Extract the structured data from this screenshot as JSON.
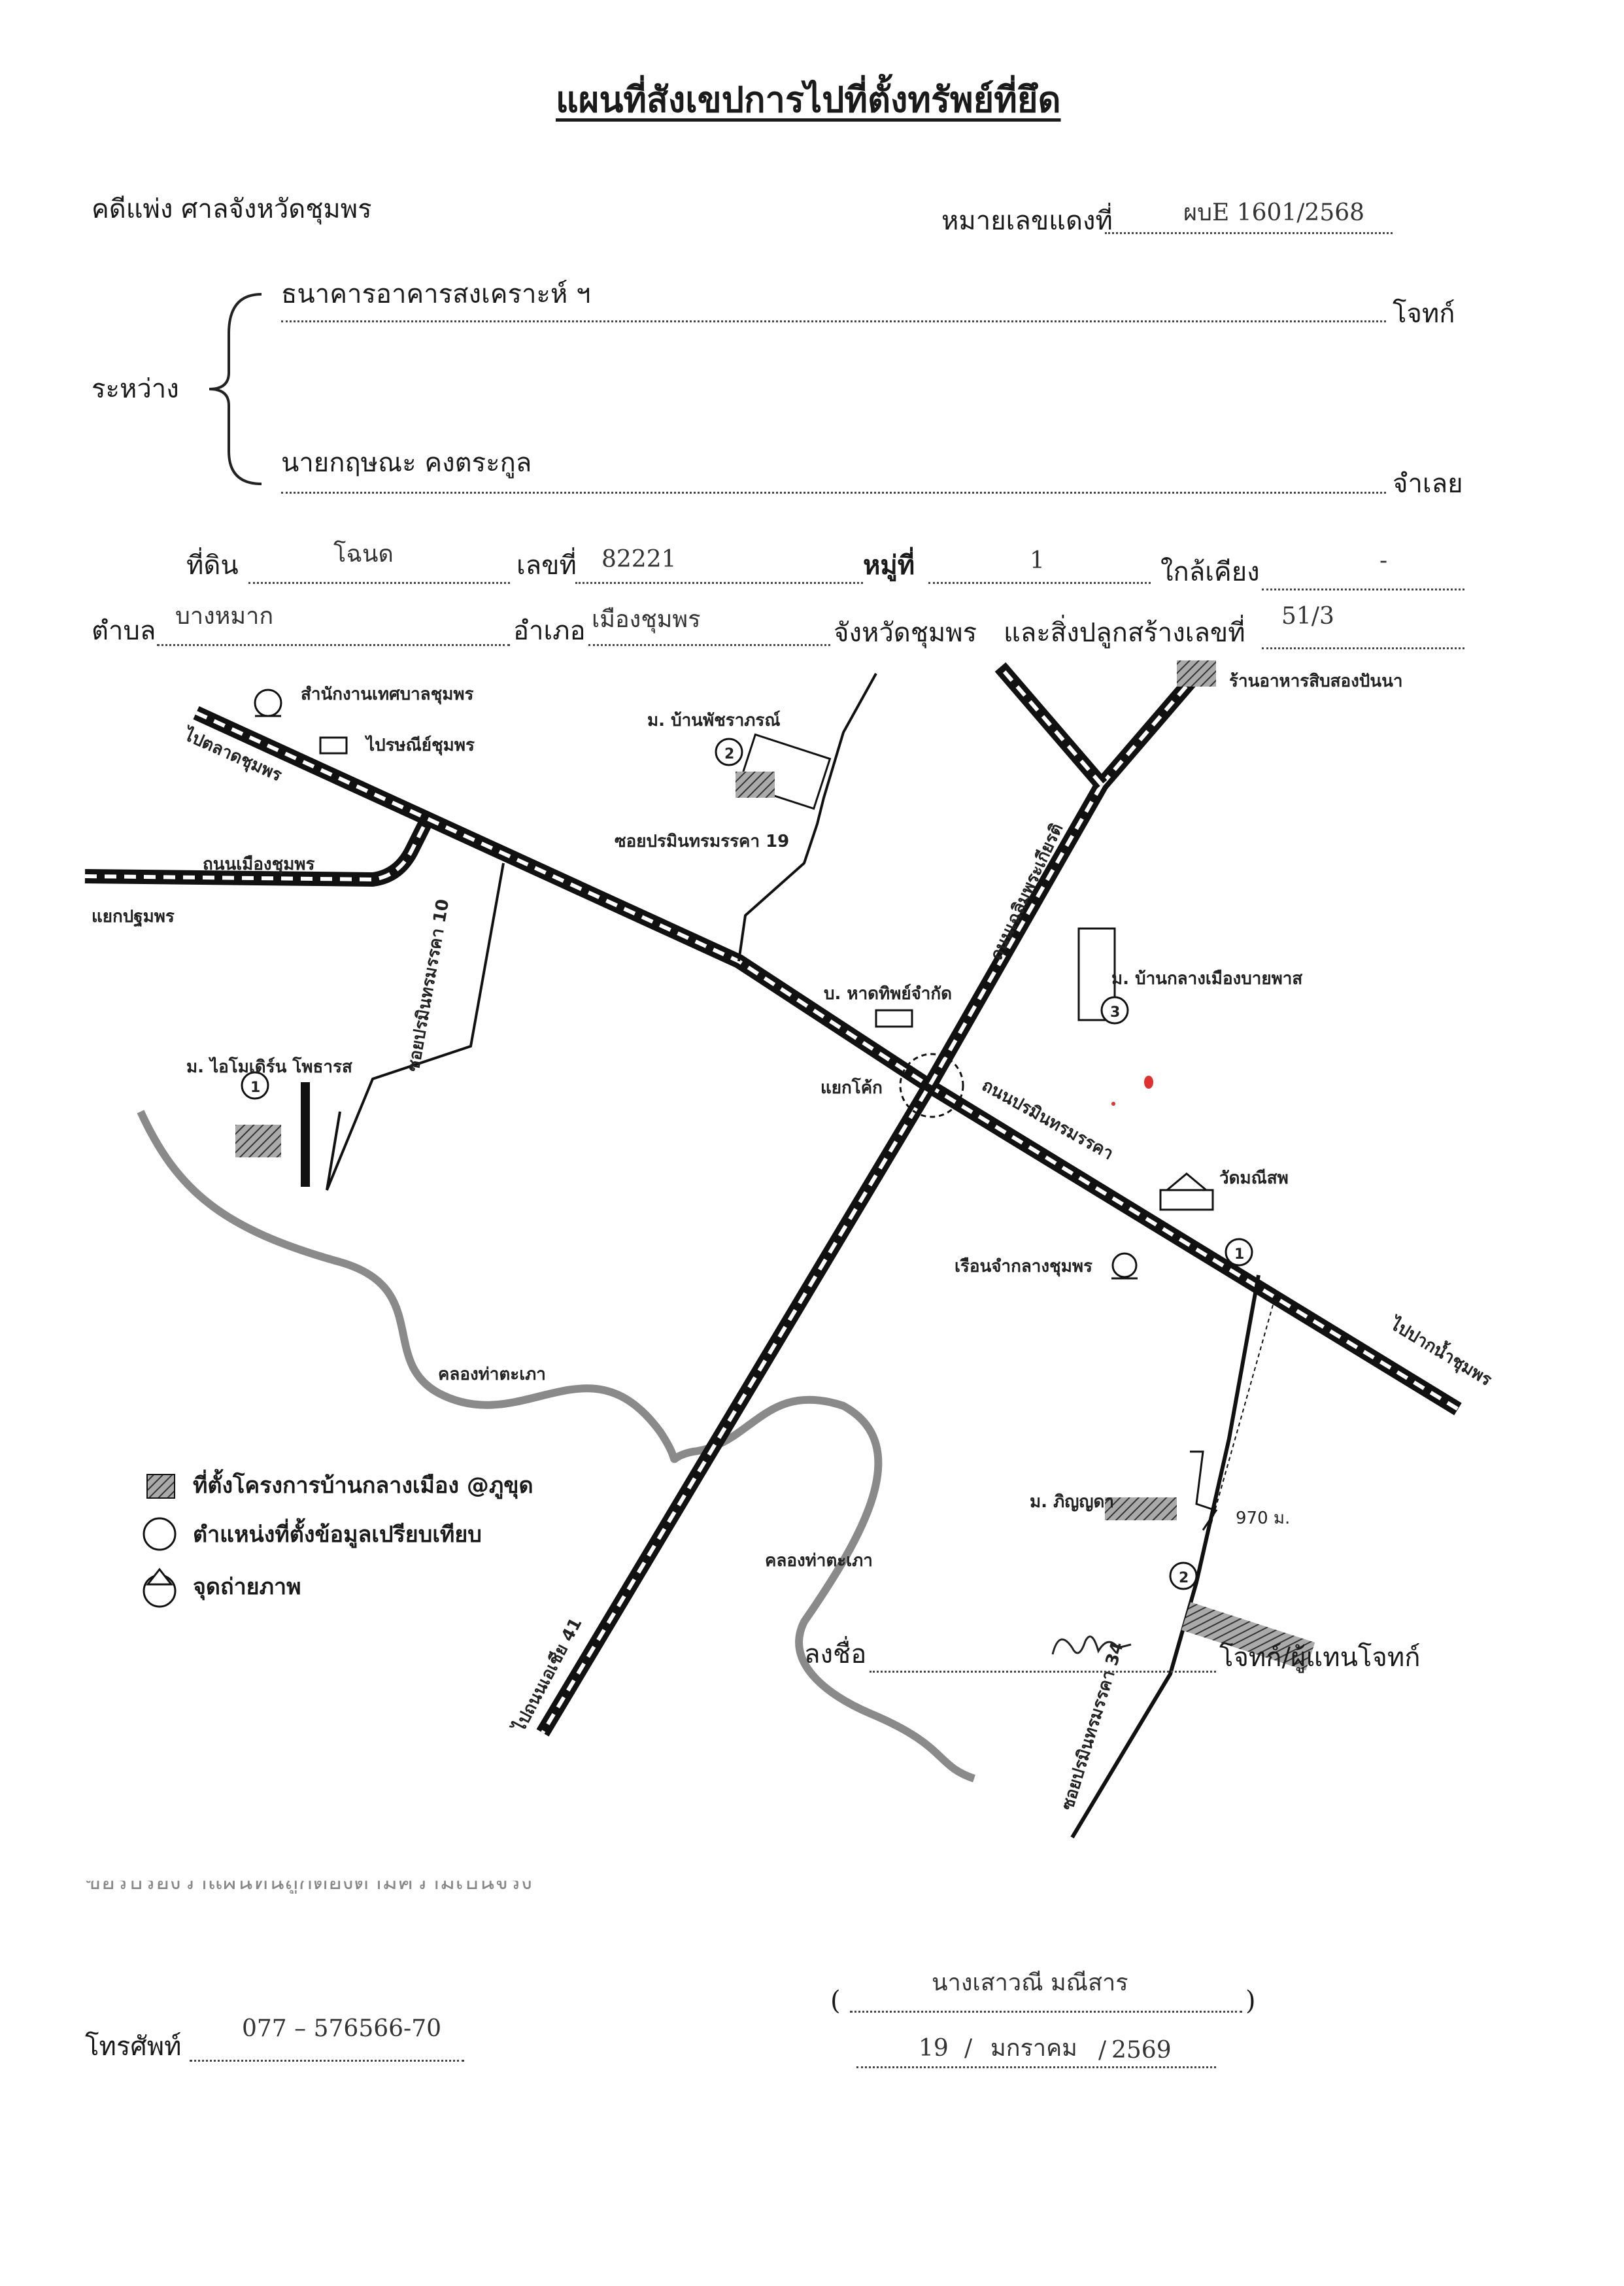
{
  "header": {
    "title": "แผนที่สังเขปการไปที่ตั้งทรัพย์ที่ยึด"
  },
  "case": {
    "court_label": "คดีแพ่ง ศาลจังหวัดชุมพร",
    "number_label": "หมายเลขแดงที่",
    "number_value": "ผบE 1601/2568"
  },
  "parties": {
    "between_label": "ระหว่าง",
    "plaintiff_name": "ธนาคารอาคารสงเคราะห์ ฯ",
    "plaintiff_role": "โจทก์",
    "defendant_name": "นายกฤษณะ คงตระกูล",
    "defendant_role": "จำเลย"
  },
  "property": {
    "land_label": "ที่ดิน",
    "land_type": "โฉนด",
    "number_label": "เลขที่",
    "number_value": "82221",
    "moo_label": "หมู่ที่",
    "moo_value": "1",
    "nearby_label": "ใกล้เคียง",
    "nearby_value": "-",
    "tambon_label": "ตำบล",
    "tambon_value": "บางหมาก",
    "amphoe_label": "อำเภอ",
    "amphoe_value": "เมืองชุมพร",
    "province_label": "จังหวัดชุมพร",
    "building_label": "และสิ่งปลูกสร้างเลขที่",
    "building_value": "51/3"
  },
  "map": {
    "labels": {
      "municipal": "สำนักงานเทศบาลชุมพร",
      "post": "ไปรษณีย์ชุมพร",
      "to_market": "ไปตลาดชุมพร",
      "road_mueang": "ถนนเมืองชุมพร",
      "pathom_junction": "แยกปฐมพร",
      "ban_phatcharaphon": "ม. บ้านพัชราภรณ์",
      "soi19": "ซอยปรมินทรมรรคา 19",
      "soi10": "ซอยปรมินทรมรรคา 10",
      "road_chaloem": "ถนนเฉลิมพระเกียรติ",
      "ban_klang_mueang": "ม. บ้านกลางเมืองบายพาส",
      "hatthip": "บ. หาดทิพย์จำกัด",
      "kok_junction": "แยกโค้ก",
      "road_paramin": "ถนนปรมินทรมรรคา",
      "wat_mani": "วัดมณีสพ",
      "prison": "เรือนจำกลางชุมพร",
      "to_estuary": "ไปปากน้ำชุมพร",
      "canal1": "คลองท่าตะเภา",
      "canal2": "คลองท่าตะเภา",
      "to_asia41": "ไปถนนเอเชีย 41",
      "soi34": "ซอยปรมินทรมรรคา 34",
      "phinyada": "ม. ภิญญดา",
      "distance": "970 ม.",
      "i_mobile": "ม. ไอโมเดิร์น โพธารส",
      "shop12": "ร้านอาหารสิบสองปันนา",
      "marker1": "1",
      "marker2": "2",
      "marker3": "3"
    },
    "legend": [
      {
        "icon": "hatched-square-icon",
        "text": "ที่ตั้งโครงการบ้านกลางเมือง @ภูขุด"
      },
      {
        "icon": "circle-icon",
        "text": "ตำแหน่งที่ตั้งข้อมูลเปรียบเทียบ"
      },
      {
        "icon": "photo-point-icon",
        "text": "จุดถ่ายภาพ"
      }
    ]
  },
  "footer": {
    "certify_text": "ขอรับรองว่าแผนที่นี้ถูกต้องตามความเป็นจริง",
    "sign_label": "ลงชื่อ",
    "sign_role": "โจทก์/ผู้แทนโจทก์",
    "signer_name": "นางเสาวณี มณีสาร",
    "open_paren": "(",
    "close_paren": ")",
    "phone_label": "โทรศัพท์",
    "phone_value": "077 – 576566-70",
    "date_day": "19",
    "date_sep1": "/",
    "date_month": "มกราคม",
    "date_sep2": "/",
    "date_year": "2569"
  }
}
